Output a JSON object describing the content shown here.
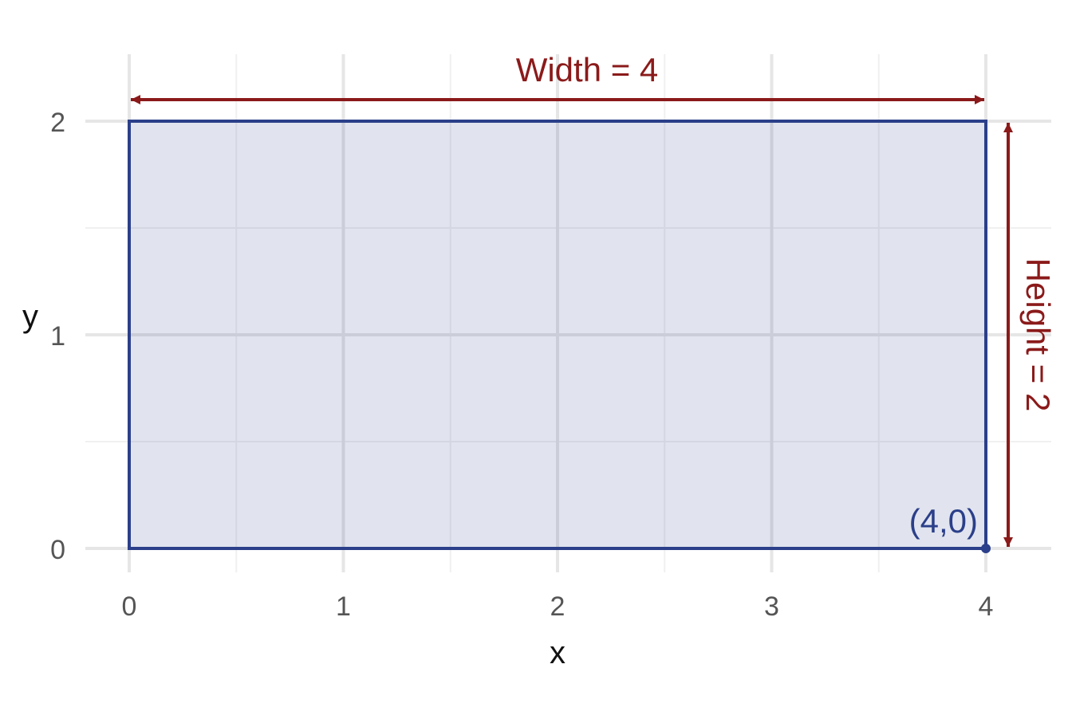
{
  "chart_data": {
    "type": "diagram",
    "xlabel": "x",
    "ylabel": "y",
    "xlim": [
      0,
      4
    ],
    "ylim": [
      0,
      2
    ],
    "x_ticks": [
      0,
      1,
      2,
      3,
      4
    ],
    "y_ticks": [
      0,
      1,
      2
    ],
    "x_tick_labels": [
      "0",
      "1",
      "2",
      "3",
      "4"
    ],
    "y_tick_labels": [
      "0",
      "1",
      "2"
    ],
    "grid": true,
    "rectangle": {
      "x_min": 0,
      "y_min": 0,
      "x_max": 4,
      "y_max": 2
    },
    "width_label": "Width = 4",
    "height_label": "Height = 2",
    "point": {
      "x": 4,
      "y": 0,
      "label": "(4,0)"
    }
  },
  "colors": {
    "rect_stroke": "#2b3f8a",
    "rect_fill": "#dfe3ee",
    "dimension": "#8b1a1a",
    "grid_major": "#e6e6e6",
    "grid_minor": "#f0f0f0",
    "tick_text": "#555555"
  }
}
